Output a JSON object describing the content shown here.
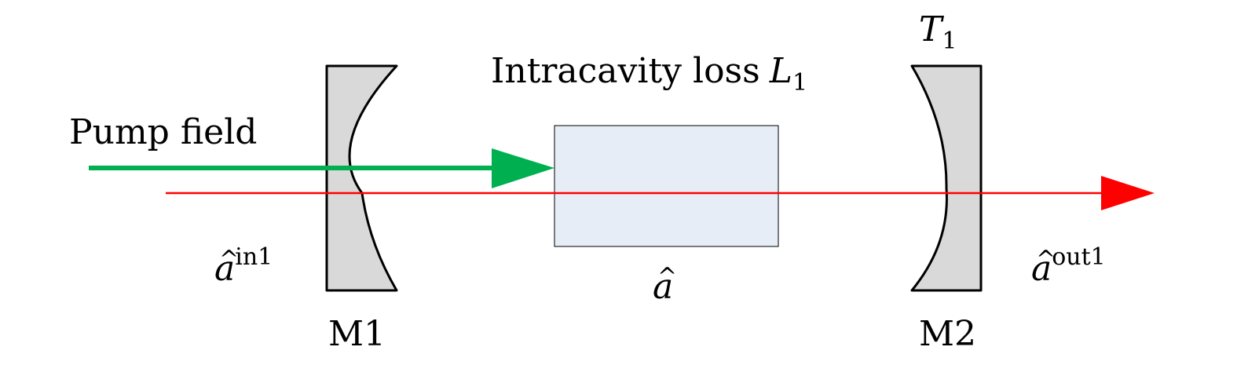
{
  "labels": {
    "pump_field": "Pump field",
    "intracavity_loss_text": "Intracavity loss",
    "loss_symbol": "L",
    "loss_subscript": "1",
    "transmission_symbol": "T",
    "transmission_subscript": "1",
    "input_field_symbol": "a",
    "input_field_superscript": "in1",
    "intracavity_field_symbol": "a",
    "output_field_symbol": "a",
    "output_field_superscript": "out1",
    "hat": "^",
    "mirror1": "M1",
    "mirror2": "M2"
  },
  "colors": {
    "pump_beam": "#00b050",
    "laser_beam": "#ff0000",
    "mirror_fill": "#d9d9d9",
    "mirror_stroke": "#000000",
    "crystal_fill": "#e6edf7",
    "crystal_stroke": "#000000",
    "text": "#000000"
  }
}
